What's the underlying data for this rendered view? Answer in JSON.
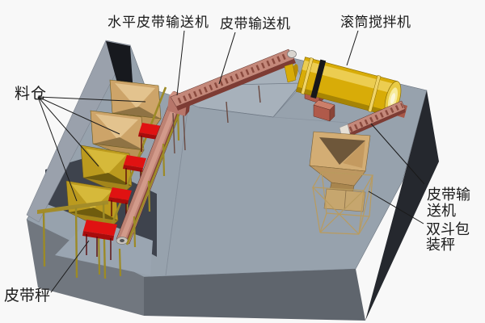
{
  "diagram": {
    "kind": "3d-equipment-layout-illustration",
    "subject": "mixing plant equipment arrangement"
  },
  "labels": {
    "horizontal_belt_conveyor": "水平皮带输送机",
    "belt_conveyor_top": "皮带输送机",
    "drum_mixer": "滚筒搅拌机",
    "silos": "料仓",
    "belt_scale": "皮带秤",
    "belt_conveyor_right_line1": "皮带输",
    "belt_conveyor_right_line2": "送机",
    "packing_scale_line1": "双斗包",
    "packing_scale_line2": "装秤"
  },
  "components": {
    "silo_hoppers": {
      "count": 4,
      "front_colors": [
        "#cda469",
        "#cda469",
        "#bb9a1e",
        "#bb9a1e"
      ]
    },
    "belt_scales": {
      "count": 4,
      "color": "#e01212"
    },
    "horizontal_belt_conveyor": {
      "color": "#bd8273"
    },
    "inclined_belt_conveyor": {
      "color": "#c4887a"
    },
    "drum_mixer": {
      "color": "#d8ac08",
      "support_color": "#b05a4a"
    },
    "discharge_belt_conveyor": {
      "color": "#c4887a"
    },
    "packing_scale": {
      "hopper_color": "#d3ad74",
      "stand_color": "#b99b5e"
    },
    "base_slab": {
      "top": "#97a2ad",
      "front": "#70767f",
      "side": "#25282e"
    }
  },
  "palette": {
    "bg": "#f8f8f8",
    "label-color": "#1a1a1a",
    "base-top": "#97a2ad",
    "base-top-light": "#a7b1bb",
    "base-front": "#71777f",
    "base-front2": "#5f656d",
    "base-side": "#25282e",
    "wall": "#9aa1ac",
    "wall-dark": "#17191e",
    "pit-wall": "#3e434d",
    "pit-floor": "#9aa5b1",
    "silo-light": "#cda469",
    "silo-light-in": "#e3c38e",
    "silo-light-sh": "#8f7344",
    "silo-gold": "#bb9a1e",
    "silo-gold-in": "#d6b93a",
    "silo-gold-sh": "#6f5c0e",
    "frame-gold": "#a38c2a",
    "scale-red": "#e01212",
    "scale-red-dark": "#a80c0c",
    "conv-top": "#bd8273",
    "conv-top2": "#c4887a",
    "conv-stripe": "#d29a8a",
    "conv-side": "#7e3c34",
    "conv-rung": "#8a4a3e",
    "mixer-gold": "#d8ac08",
    "mixer-hi": "#f0d25e",
    "mixer-sh": "#9a7a04",
    "mixer-ring": "#f0d468",
    "block": "#b05a4a",
    "block-top": "#cc7f6a",
    "block-side": "#8a4538",
    "pack-tan": "#d3ad74",
    "pack-front": "#bd9760",
    "pack-dark": "#6e573a",
    "stand": "#b99b5e"
  }
}
